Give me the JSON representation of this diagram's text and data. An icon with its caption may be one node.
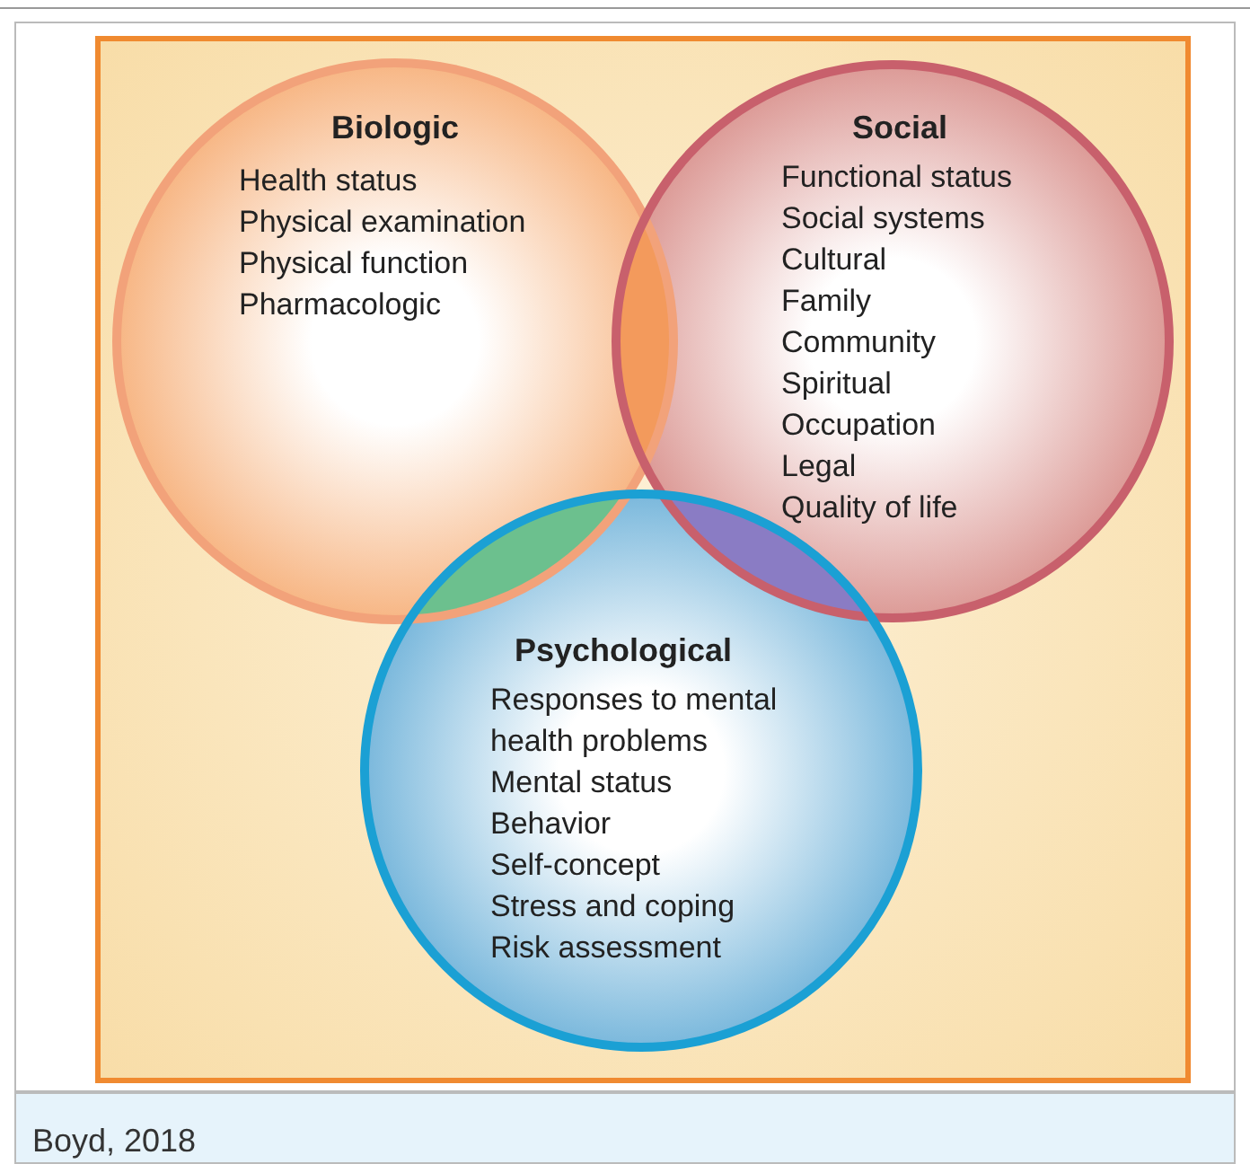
{
  "diagram": {
    "caption": "Boyd, 2018",
    "nodes": [
      {
        "text": [
          "Biologic",
          "Health status",
          "Physical examination",
          "Physical function",
          "Pharmacologic"
        ]
      },
      {
        "text": [
          "Social",
          "Functional status",
          "Social systems",
          "Cultural",
          "Family",
          "Community",
          "Spiritual",
          "Occupation",
          "Legal",
          "Quality of life"
        ]
      },
      {
        "text": [
          "Psychological",
          "Responses to mental health problems",
          "Mental status",
          "Behavior",
          "Self-concept",
          "Stress and coping",
          "Risk assessment"
        ]
      }
    ],
    "edges": []
  }
}
